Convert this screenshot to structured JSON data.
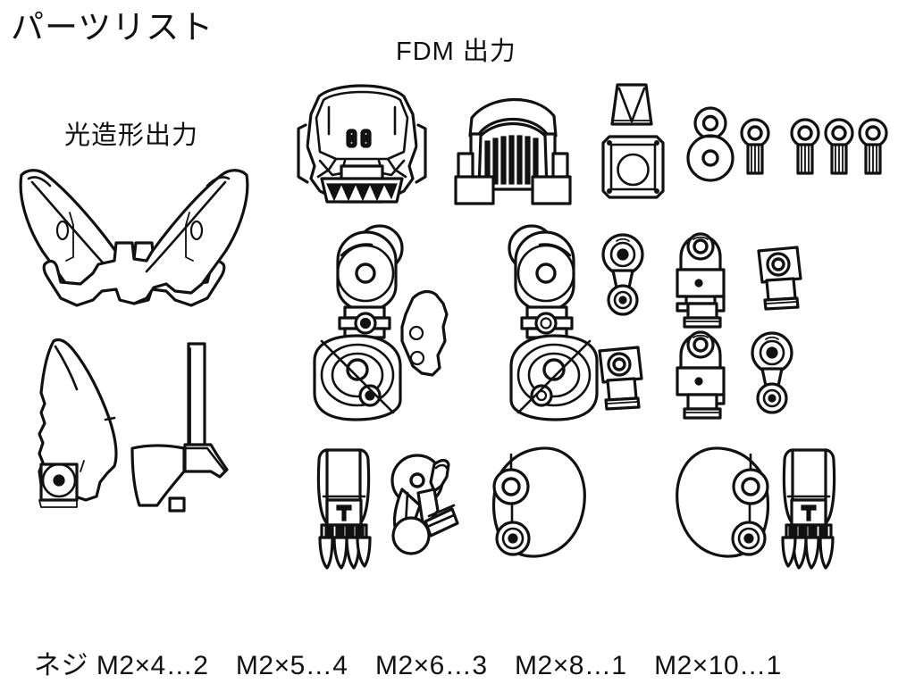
{
  "page": {
    "title": "パーツリスト",
    "background_color": "#ffffff",
    "line_color": "#111111"
  },
  "sections": [
    {
      "id": "sla",
      "label": "光造形出力"
    },
    {
      "id": "fdm",
      "label": "FDM 出力"
    }
  ],
  "footer": {
    "text": "ネジ M2×4…2　M2×5…4　M2×6…3　M2×8…1　M2×10…1",
    "screws": [
      {
        "size": "M2×4",
        "qty": "2"
      },
      {
        "size": "M2×5",
        "qty": "4"
      },
      {
        "size": "M2×6",
        "qty": "3"
      },
      {
        "size": "M2×8",
        "qty": "1"
      },
      {
        "size": "M2×10",
        "qty": "1"
      }
    ],
    "prefix": "ネジ"
  },
  "parts": {
    "sla": [
      {
        "name": "horn-crest-part",
        "desc": "V字型ツノ／クレストパーツ"
      },
      {
        "name": "claw-blade-part",
        "desc": "カギ爪ブレードパーツ"
      },
      {
        "name": "axe-head-part",
        "desc": "斧ヘッドパーツ"
      }
    ],
    "fdm": [
      {
        "name": "mecha-head-mask",
        "desc": "頭部マスク（牙付き）"
      },
      {
        "name": "grille-chest-part",
        "desc": "グリル／胸部パーツ"
      },
      {
        "name": "small-trapezoid",
        "desc": "小型台形パーツ"
      },
      {
        "name": "square-block",
        "desc": "角ブロックパーツ"
      },
      {
        "name": "double-disc-joint",
        "desc": "二連ディスクジョイント"
      },
      {
        "name": "pin-rod-1",
        "desc": "ピンロッド"
      },
      {
        "name": "pin-rod-2",
        "desc": "ピンロッド"
      },
      {
        "name": "pin-rod-3",
        "desc": "ピンロッド"
      },
      {
        "name": "pin-rod-4",
        "desc": "ピンロッド"
      },
      {
        "name": "shoulder-assembly-left",
        "desc": "肩アーム（左）"
      },
      {
        "name": "center-shield-plate",
        "desc": "中央シールドプレート"
      },
      {
        "name": "shoulder-assembly-right",
        "desc": "肩アーム（右）"
      },
      {
        "name": "joint-small-a",
        "desc": "小ジョイント"
      },
      {
        "name": "joint-cone-a",
        "desc": "円錐ジョイント"
      },
      {
        "name": "joint-cap-a",
        "desc": "キャップジョイント"
      },
      {
        "name": "joint-cap-b",
        "desc": "キャップジョイント"
      },
      {
        "name": "joint-cone-b",
        "desc": "円錐ジョイント"
      },
      {
        "name": "joint-small-b",
        "desc": "小ジョイント"
      },
      {
        "name": "foot-claw-left",
        "desc": "足爪（左）"
      },
      {
        "name": "knee-joint-left",
        "desc": "膝ジョイント（左）"
      },
      {
        "name": "thigh-plate-left",
        "desc": "大腿プレート（左）"
      },
      {
        "name": "thigh-plate-right",
        "desc": "大腿プレート（右）"
      },
      {
        "name": "knee-joint-right",
        "desc": "膝ジョイント（右）"
      },
      {
        "name": "foot-claw-right",
        "desc": "足爪（右）"
      }
    ]
  }
}
